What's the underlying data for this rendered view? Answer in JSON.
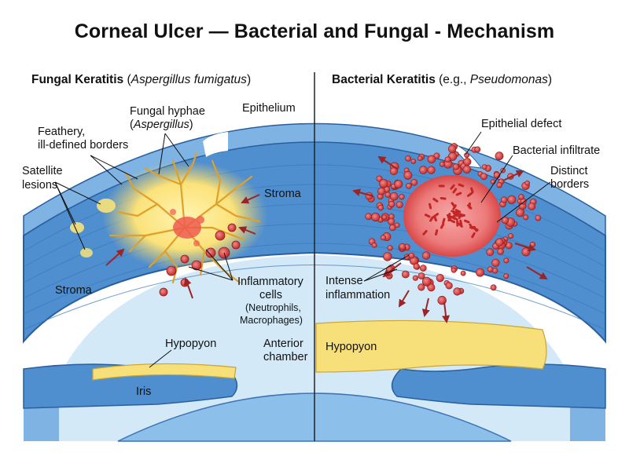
{
  "title": "Corneal Ulcer — Bacterial and Fungal - Mechanism",
  "left_panel": {
    "heading_bold": "Fungal Keratitis",
    "heading_rest": " (",
    "heading_italic": "Aspergillus fumigatus",
    "heading_close": ")",
    "labels": {
      "fungal_hyphae_line1": "Fungal hyphae",
      "fungal_hyphae_line2": "Aspergillus",
      "feathery_line1": "Feathery,",
      "feathery_line2": "ill-defined borders",
      "satellite_line1": "Satellite",
      "satellite_line2": "lesions",
      "epithelium": "Epithelium",
      "stroma_upper": "Stroma",
      "stroma_lower": "Stroma",
      "inflammatory_line1": "Inflammatory",
      "inflammatory_line2": "cells",
      "inflammatory_line3": "(Neutrophils,",
      "inflammatory_line4": "Macrophages)",
      "hypopyon": "Hypopyon",
      "anterior_line1": "Anterior",
      "anterior_line2": "chamber",
      "iris": "Iris"
    }
  },
  "right_panel": {
    "heading_bold": "Bacterial Keratitis",
    "heading_rest": " (e.g., ",
    "heading_italic": "Pseudomonas",
    "heading_close": ")",
    "labels": {
      "epithelial_defect": "Epithelial defect",
      "bacterial_infiltrate": "Bacterial infiltrate",
      "distinct_line1": "Distinct",
      "distinct_line2": "borders",
      "intense_line1": "Intense",
      "intense_line2": "inflammation",
      "hypopyon": "Hypopyon"
    }
  },
  "colors": {
    "cornea_blue": "#4f8fd0",
    "cornea_dark": "#2a5f9e",
    "epithelium_blue": "#7fb3e3",
    "chamber_blue": "#cfe6f7",
    "hypopyon_yellow": "#f7df7a",
    "hyphae_yellow": "#f0b93a",
    "bacteria_red": "#d73a3a",
    "arrow_red": "#9b2424"
  }
}
